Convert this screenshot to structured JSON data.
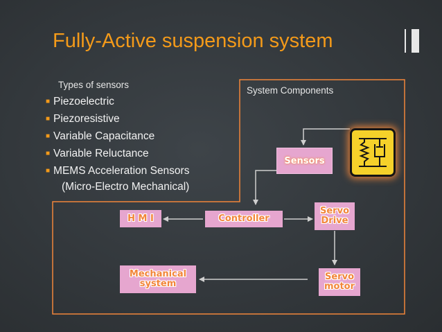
{
  "slide": {
    "title": "Fully-Active suspension system",
    "sensors": {
      "heading": "Types of sensors",
      "items": [
        "Piezoelectric",
        "Piezoresistive",
        "Variable Capacitance",
        "Variable Reluctance",
        "MEMS Acceleration Sensors"
      ],
      "note": "(Micro-Electro Mechanical)"
    },
    "components": {
      "label": "System Components",
      "sensors": "Sensors",
      "hmi": "H M I",
      "controller": "Controller",
      "servo_drive_line1": "Servo",
      "servo_drive_line2": "Drive",
      "servo_motor_line1": "Servo",
      "servo_motor_line2": "motor",
      "mechanical_line1": "Mechanical",
      "mechanical_line2": "system"
    },
    "icons": {
      "bullet": "orange-square-bullet",
      "sensor": "spring-damper-icon",
      "decoration": "vertical-bars-icon"
    },
    "colors": {
      "title": "#f39a1a",
      "block_fill": "#e6a6cf",
      "block_text": "#f2863a",
      "icon_fill": "#f5d12a",
      "frame": "#f2863a"
    }
  }
}
